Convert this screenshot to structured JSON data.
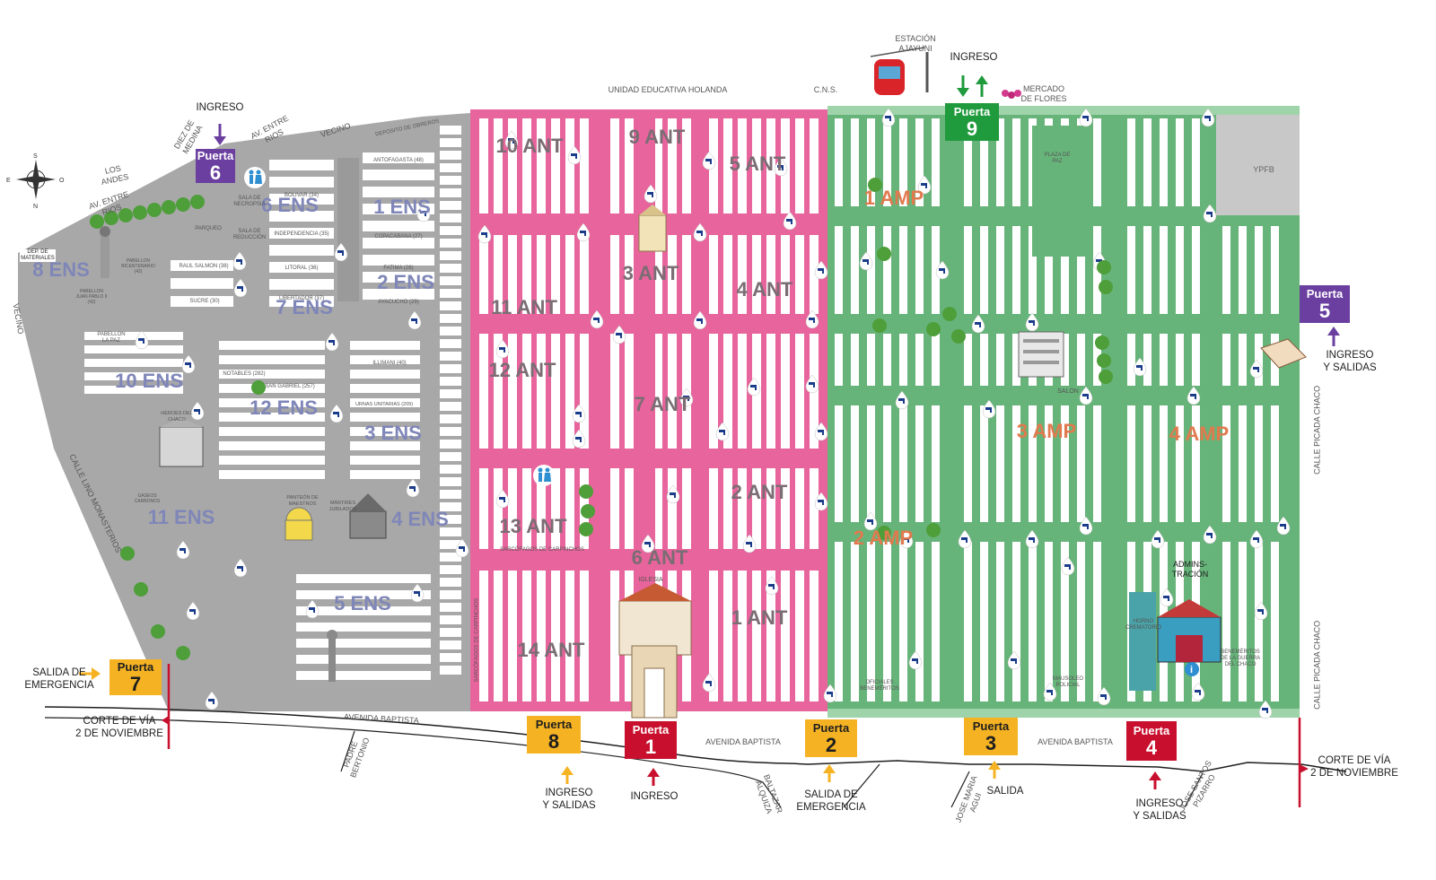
{
  "colors": {
    "ens_zone": "#a8a8a8",
    "ant_zone": "#e8649c",
    "amp_zone": "#67b47a",
    "ypfb_block": "#c8c8c8",
    "block_white": "#ffffff",
    "label_ens": "#7f86b8",
    "label_ant": "#7a6d73",
    "label_amp": "#e07a4e",
    "door_yellow": "#f5b324",
    "door_red": "#c8102e",
    "door_purple": "#6b3fa0",
    "door_green": "#1f9a3c"
  },
  "sections": {
    "ens": [
      "1 ENS",
      "2 ENS",
      "3 ENS",
      "4 ENS",
      "5 ENS",
      "6 ENS",
      "7 ENS",
      "8 ENS",
      "10 ENS",
      "11 ENS",
      "12 ENS"
    ],
    "ant": [
      "1 ANT",
      "2 ANT",
      "3 ANT",
      "4 ANT",
      "5 ANT",
      "6 ANT",
      "7 ANT",
      "9 ANT",
      "10 ANT",
      "11 ANT",
      "12 ANT",
      "13 ANT",
      "14 ANT"
    ],
    "amp": [
      "1 AMP",
      "2 AMP",
      "3 AMP",
      "4 AMP"
    ]
  },
  "doors": {
    "p1": {
      "label": "Puerta",
      "num": "1",
      "color": "red"
    },
    "p2": {
      "label": "Puerta",
      "num": "2",
      "color": "yellow"
    },
    "p3": {
      "label": "Puerta",
      "num": "3",
      "color": "yellow"
    },
    "p4": {
      "label": "Puerta",
      "num": "4",
      "color": "red"
    },
    "p5": {
      "label": "Puerta",
      "num": "5",
      "color": "purple"
    },
    "p6": {
      "label": "Puerta",
      "num": "6",
      "color": "purple"
    },
    "p7": {
      "label": "Puerta",
      "num": "7",
      "color": "yellow"
    },
    "p8": {
      "label": "Puerta",
      "num": "8",
      "color": "yellow"
    },
    "p9": {
      "label": "Puerta",
      "num": "9",
      "color": "green"
    }
  },
  "access_labels": {
    "p1": "INGRESO",
    "p2": "SALIDA DE\nEMERGENCIA",
    "p3": "SALIDA",
    "p4": "INGRESO\nY SALIDAS",
    "p5": "INGRESO\nY SALIDAS",
    "p6": "INGRESO",
    "p7": "SALIDA DE\nEMERGENCIA",
    "p8": "INGRESO\nY SALIDAS",
    "p9": "INGRESO"
  },
  "streets": {
    "avenida_baptista": "AVENIDA BAPTISTA",
    "avenida_baptista_2": "AVENIDA BAPTISTA",
    "avenida_baptista_3": "AVENIDA BAPTISTA",
    "calle_picada_chaco": "CALLE PICADA CHACO",
    "calle_picada_chaco_2": "CALLE PICADA CHACO",
    "calle_lino_monasterios": "CALLE LINO MONASTERIOS",
    "av_entre_rios": "AV. ENTRE RIOS",
    "av_entre_rios_2": "AV. ENTRE RIOS",
    "los_andes": "LOS ANDES",
    "diez_de_medina": "DIEZ DE MEDINA",
    "vecino_1": "VECINO",
    "vecino_2": "VECINO",
    "padre_bertonio": "PADRE BERTONIO",
    "baltazar_alquiza": "BALTAZAR ALQUIZA",
    "jose_maria_aguilar": "JOSE MARIA AGUI",
    "jose_santos_pizarro": "JOSE SANTOS PIZARRO",
    "corte_left": "CORTE DE VÍA\n2 DE NOVIEMBRE",
    "corte_right": "CORTE DE VÍA\n2 DE NOVIEMBRE"
  },
  "landmarks": {
    "estacion": "ESTACIÓN\nAJAYUNI",
    "mercado": "MERCADO\nDE FLORES",
    "unidad_educativa": "UNIDAD EDUCATIVA HOLANDA",
    "cns": "C.N.S.",
    "ypfb": "YPFB",
    "administracion": "ADMINS-\nTRACIÓN",
    "iglesia": "IGLESIA",
    "deposito": "DEPOSITO DE OBREROS",
    "sala_necropsia": "SALA DE\nNECROPSIA",
    "sala_reduccion": "SALA DE\nREDUCCIÓN",
    "parqueo": "PARQUEO",
    "dep_materiales": "DEP. DE\nMATERIALES",
    "horno": "HORNO\nCREMATORIO",
    "cementerio_chaco": "BENEMÉRITOS\nDE LA GUERRA\nDEL CHACO",
    "salon": "SALÓN",
    "plaza_paz": "PLAZA DE\nPAZ",
    "mausoleo": "MAUSOLEO\nPOLICIAL",
    "oficiales": "OFICIALES\nBENEMÉRITOS",
    "sarcofagos": "SARCÓFAGOS DE CARPINCHOS",
    "sarcofagos_2": "SARCÓFAGOS DE CARPINCHOS",
    "bolivar": "BOLIVAR (34)",
    "independencia": "INDEPENDENCIA (35)",
    "litoral": "LITORAL (36)",
    "libertador": "LIBERTADOR (37)",
    "antofagasta": "ANTOFAGASTA (48)",
    "copacabana": "COPACABANA (27)",
    "fatima": "FATIMA (28)",
    "ayacucho": "AYACUCHO (29)",
    "raul_salmon": "RAUL SALMON (38)",
    "sucre": "SUCRE (30)",
    "pabellon_paz": "PABELLON\nLA PAZ",
    "pabellon_bicentenario": "PABELLON\nBICENTENARIO\n(42)",
    "pabellon_juan_pablo": "PABELLON\nJUAN PABLO II\n(42)",
    "illimani": "ILLIMANI (40)",
    "notables": "NOTABLES (282)",
    "san_gabriel": "SAN GABRIEL (257)",
    "urnas_unitarias": "URNAS UNITARIAS (209)",
    "heroes_chaco": "HEROES DEL\nCHACO",
    "panteon_maestros": "PANTEÓN DE\nMAESTROS",
    "martires": "MÁRTIRES\nJUBILADOS",
    "gaseos_carbonos": "GASEOS CARBONOS"
  },
  "scale_note": "",
  "icons": [
    "compass-icon",
    "cable-car-icon",
    "water-tap-icon",
    "restroom-icon",
    "church-icon",
    "tree-icon",
    "flower-icon",
    "info-icon",
    "arrow-up-icon",
    "arrow-down-icon",
    "arrow-right-icon",
    "flag-icon"
  ]
}
